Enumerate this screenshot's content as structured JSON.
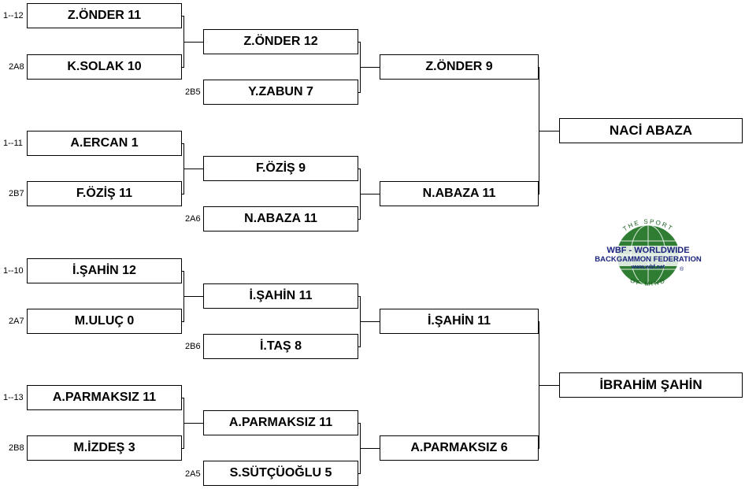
{
  "seeds": {
    "m1a": "1--12",
    "m1b": "2A8",
    "r2m1b": "2B5",
    "m2a": "1--11",
    "m2b": "2B7",
    "r2m2b": "2A6",
    "m3a": "1--10",
    "m3b": "2A7",
    "r2m3b": "2B6",
    "m4a": "1--13",
    "m4b": "2B8",
    "r2m4b": "2A5"
  },
  "round1": {
    "m1": [
      "Z.ÖNDER  11",
      "K.SOLAK  10"
    ],
    "m2": [
      "A.ERCAN  1",
      "F.ÖZİŞ  11"
    ],
    "m3": [
      "İ.ŞAHİN  12",
      "M.ULUÇ  0"
    ],
    "m4": [
      "A.PARMAKSIZ  11",
      "M.İZDEŞ  3"
    ]
  },
  "round2": {
    "m1": [
      "Z.ÖNDER  12",
      "Y.ZABUN  7"
    ],
    "m2": [
      "F.ÖZİŞ  9",
      "N.ABAZA  11"
    ],
    "m3": [
      "İ.ŞAHİN  11",
      "İ.TAŞ  8"
    ],
    "m4": [
      "A.PARMAKSIZ  11",
      "S.SÜTÇÜOĞLU  5"
    ]
  },
  "round3": {
    "top": [
      "Z.ÖNDER  9",
      "N.ABAZA  11"
    ],
    "bottom": [
      "İ.ŞAHİN  11",
      "A.PARMAKSIZ  6"
    ]
  },
  "finals": {
    "top": "NACİ ABAZA",
    "bottom": "İBRAHİM ŞAHİN"
  },
  "logo": {
    "arc_top": "THE SPORT",
    "line1": "WBF - WORLDWIDE",
    "line2": "BACKGAMMON FEDERATION",
    "url": "www.wbf.net",
    "arc_bottom": "OF MIND",
    "mark": "®",
    "colors": {
      "green": "#2e7d32",
      "blue": "#1a237e"
    }
  }
}
